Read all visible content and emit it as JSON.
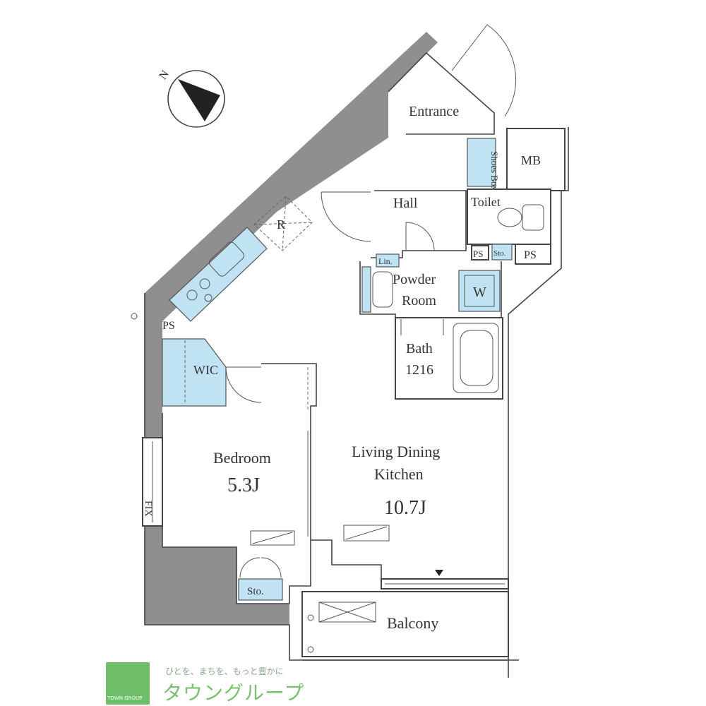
{
  "rooms": {
    "entrance": "Entrance",
    "mb": "MB",
    "shoes_box": "Shoes Box",
    "hall": "Hall",
    "toilet": "Toilet",
    "refrigerator": "R",
    "ps_kitchen": "PS",
    "ps_toilet": "PS",
    "sto_toilet": "Sto.",
    "ps_right": "PS",
    "linen": "Lin.",
    "powder_room_line1": "Powder",
    "powder_room_line2": "Room",
    "washer": "W",
    "bath_line1": "Bath",
    "bath_line2": "1216",
    "wic": "WIC",
    "bedroom": "Bedroom",
    "bedroom_size": "5.3J",
    "ldk_line1": "Living Dining",
    "ldk_line2": "Kitchen",
    "ldk_size": "10.7J",
    "fix": "FIX",
    "sto_bedroom": "Sto.",
    "balcony": "Balcony"
  },
  "compass": {
    "label": "N"
  },
  "logo": {
    "tagline": "ひとを、まちを、もっと豊かに",
    "brand": "タウングループ",
    "group": "TOWN GROUP"
  },
  "colors": {
    "wall_fill": "#8f8f8f",
    "storage_fill": "#bfe3f2",
    "logo_green": "#6fbf6a"
  }
}
